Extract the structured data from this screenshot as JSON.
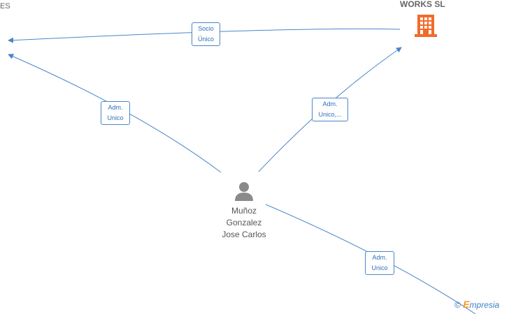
{
  "nodes": {
    "left_company": {
      "label": "ES"
    },
    "right_company": {
      "label": "WORKS  SL"
    },
    "person": {
      "name_lines": [
        "Muñoz",
        "Gonzalez",
        "Jose Carlos"
      ]
    }
  },
  "edges": [
    {
      "label_lines": [
        "Socio",
        "Único"
      ]
    },
    {
      "label_lines": [
        "Adm.",
        "Unico"
      ]
    },
    {
      "label_lines": [
        "Adm.",
        "Unico,..."
      ]
    },
    {
      "label_lines": [
        "Adm.",
        "Unico"
      ]
    }
  ],
  "watermark": {
    "copyright": "©",
    "brand_initial": "E",
    "brand_rest": "mpresia"
  },
  "colors": {
    "edge": "#4a86c8",
    "company_icon": "#f26b2a",
    "person_icon": "#8a8a8a"
  }
}
